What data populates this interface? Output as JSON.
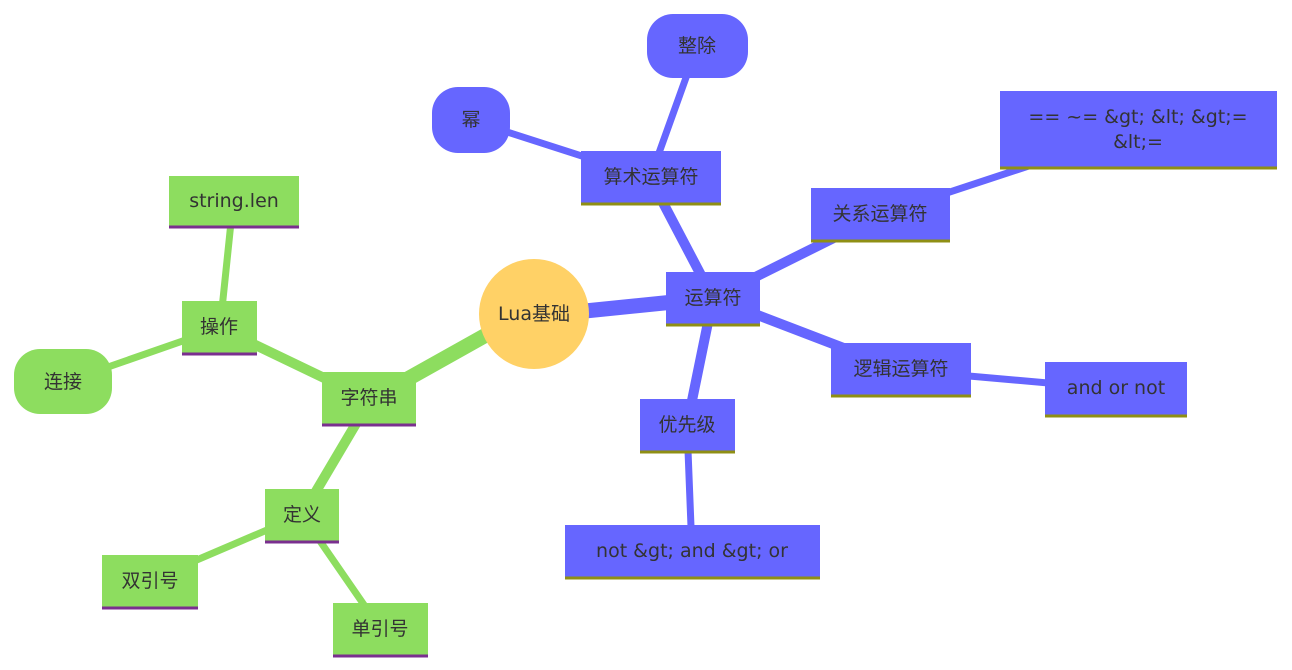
{
  "mindmap": {
    "root": {
      "label": "Lua基础",
      "color": "#ffd166"
    },
    "branches": {
      "string": {
        "color": "#8ddd5f",
        "underline": "#7a2f8f",
        "nodes": {
          "string": "字符串",
          "ops": "操作",
          "len": "string.len",
          "concat": "连接",
          "define": "定义",
          "double_quote": "双引号",
          "single_quote": "单引号"
        }
      },
      "operator": {
        "color": "#6666ff",
        "underline": "#8f8f14",
        "nodes": {
          "operator": "运算符",
          "arith": "算术运算符",
          "floordiv": "整除",
          "power": "幂",
          "relational": "关系运算符",
          "relational_list_1": "== ~= &gt; &lt; &gt;=",
          "relational_list_2": "&lt;=",
          "logical": "逻辑运算符",
          "logical_list": "and or not",
          "precedence": "优先级",
          "precedence_list": "not &gt; and &gt; or"
        }
      }
    }
  }
}
